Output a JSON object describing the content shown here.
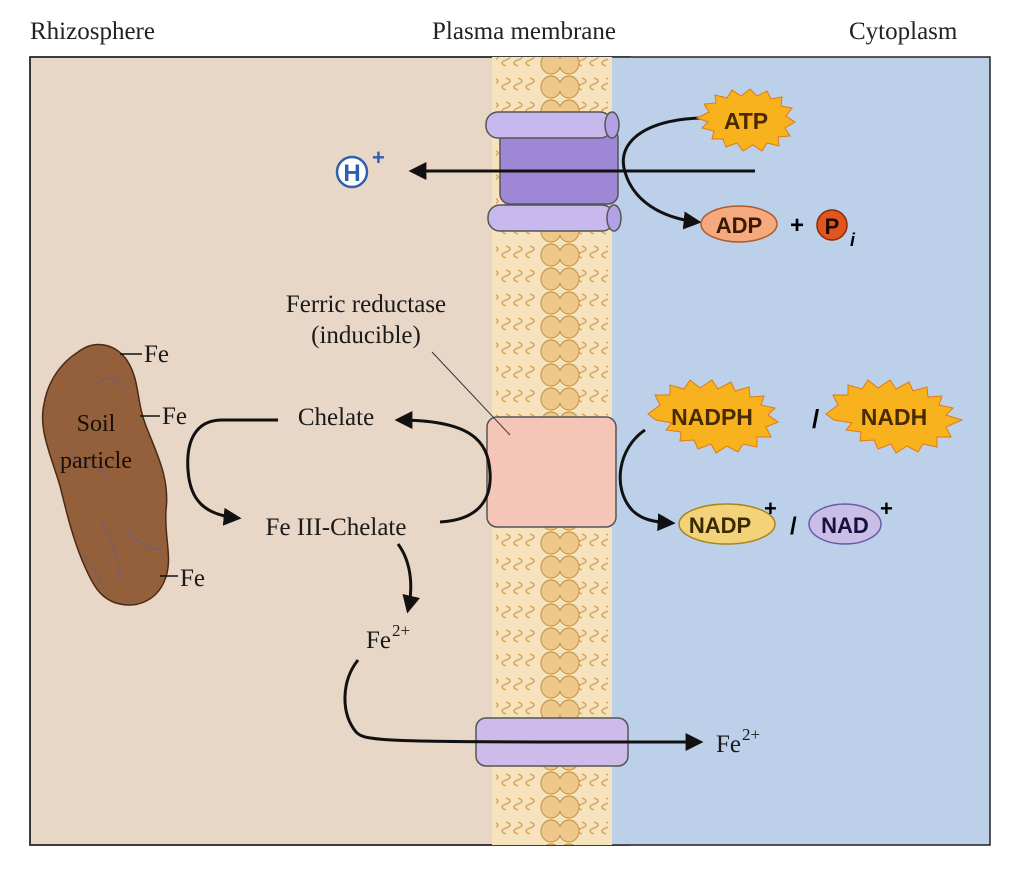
{
  "headers": {
    "rhizosphere": "Rhizosphere",
    "membrane": "Plasma membrane",
    "cytoplasm": "Cytoplasm"
  },
  "proton_pump": {
    "proton": "H",
    "proton_charge": "+",
    "atp": "ATP",
    "adp": "ADP",
    "plus": "+",
    "phosphate": "P",
    "phosphate_sub": "i"
  },
  "reductase": {
    "title": "Ferric reductase",
    "subtitle": "(inducible)",
    "nadph": "NADPH",
    "slash1": "/",
    "nadh": "NADH",
    "nadp": "NADP",
    "nadp_charge": "+",
    "slash2": "/",
    "nad": "NAD",
    "nad_charge": "+"
  },
  "soil": {
    "label_line1": "Soil",
    "label_line2": "particle",
    "fe_labels": [
      "Fe",
      "Fe",
      "Fe"
    ]
  },
  "chelate_cycle": {
    "chelate": "Chelate",
    "fe3_chelate": "Fe III-Chelate",
    "fe2_outside": "Fe",
    "fe2_outside_sup": "2+",
    "fe2_inside": "Fe",
    "fe2_inside_sup": "2+"
  },
  "colors": {
    "rhizosphere_bg": "#e8d6c6",
    "cytoplasm_bg": "#bcd0ea",
    "membrane_head": "#eec78a",
    "membrane_tail": "#f6e3bd",
    "pump_purple": "#b7a5e3",
    "reductase_pink": "#f5c5b8",
    "transporter": "#cdbbe9",
    "atp_burst": "#f7b21e",
    "adp_oval": "#f5a97f",
    "phosphate_red": "#e2551f",
    "nadp_oval": "#f4d27a",
    "nad_oval": "#c9bfe6",
    "soil_brown": "#94603b"
  }
}
